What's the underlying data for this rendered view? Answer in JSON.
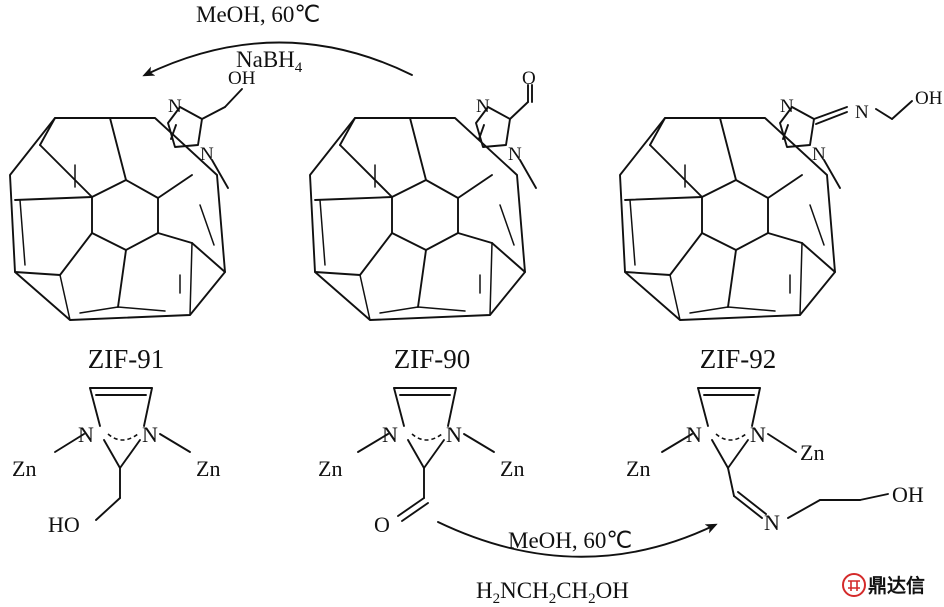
{
  "frameworks": [
    {
      "id": "zif91",
      "label": "ZIF-91",
      "substituent": "OH"
    },
    {
      "id": "zif90",
      "label": "ZIF-90",
      "substituent": "O"
    },
    {
      "id": "zif92",
      "label": "ZIF-92",
      "substituent": "N-CH2CH2-OH"
    }
  ],
  "reactions": {
    "top": {
      "line1": "MeOH, 60℃",
      "reagent": "NaBH",
      "reagent_sub": "4"
    },
    "bottom": {
      "line1": "MeOH, 60℃",
      "reagent": {
        "p1": "H",
        "s1": "2",
        "p2": "NCH",
        "s2": "2",
        "p3": "CH",
        "s3": "2",
        "p4": "OH"
      }
    }
  },
  "atoms": {
    "N": "N",
    "Zn": "Zn",
    "OH": "OH",
    "HO": "HO",
    "O": "O"
  },
  "watermark": {
    "text": "鼎达信",
    "color": "#d42a2a"
  }
}
